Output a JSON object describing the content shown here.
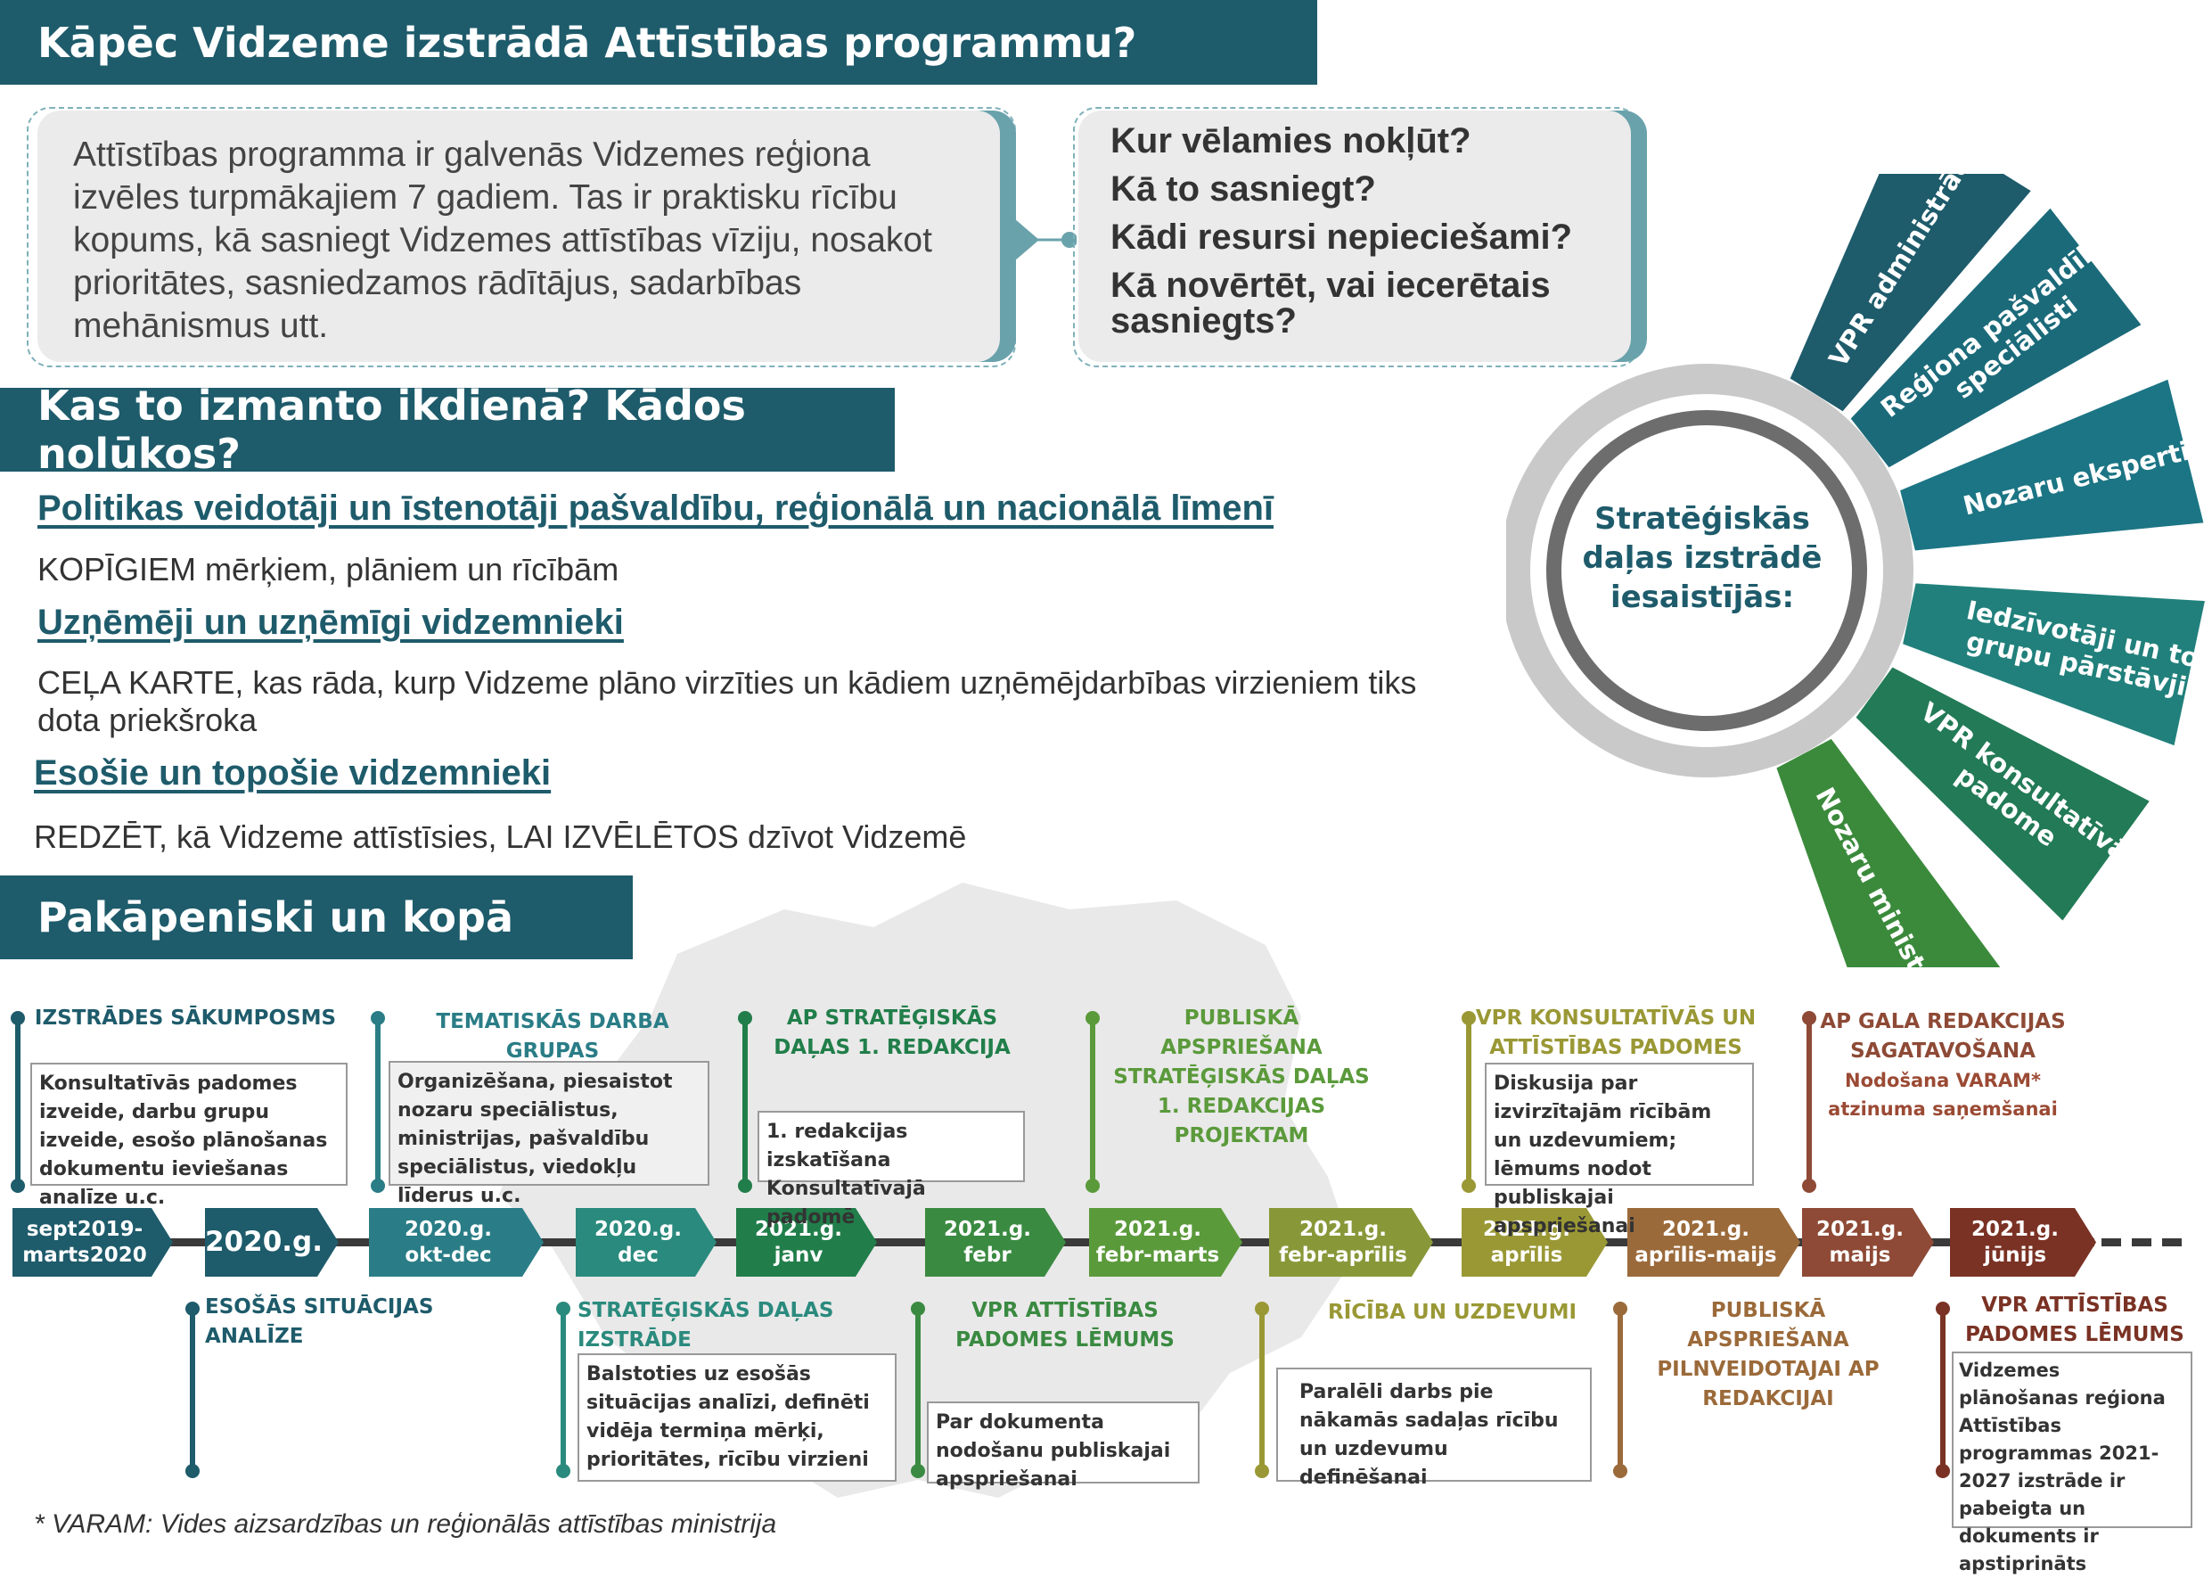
{
  "headers": {
    "why": "Kāpēc Vidzeme izstrādā Attīstības programmu?",
    "who": "Kas to izmanto ikdienā? Kādos nolūkos?",
    "steps": "Pakāpeniski un kopā"
  },
  "intro_text": "Attīstības programma ir galvenās Vidzemes reģiona izvēles turpmākajiem 7 gadiem. Tas ir praktisku rīcību kopums, kā sasniegt Vidzemes attīstības vīziju, nosakot prioritātes, sasniedzamos rādītājus, sadarbības mehānismus utt.",
  "questions": [
    "Kur vēlamies nokļūt?",
    "Kā to sasniegt?",
    "Kādi resursi nepieciešami?",
    "Kā novērtēt, vai iecerētais sasniegts?"
  ],
  "audiences": [
    {
      "title": "Politikas veidotāji un īstenotāji pašvaldību, reģionālā un nacionālā līmenī",
      "text": "KOPĪGIEM mērķiem, plāniem un rīcībām"
    },
    {
      "title": "Uzņēmēji un uzņēmīgi vidzemnieki",
      "text": "CEĻA KARTE, kas rāda, kurp Vidzeme plāno virzīties un kādiem uzņēmējdarbības virzieniem tiks dota priekšroka"
    },
    {
      "title": "Esošie un topošie vidzemnieki",
      "text": "REDZĒT, kā Vidzeme attīstīsies, LAI IZVĒLĒTOS dzīvot Vidzemē"
    }
  ],
  "circle": {
    "label": "Stratēģiskās daļas izstrādē iesaistījās:",
    "petals": [
      {
        "label": "VPR administrācija",
        "color": "#1e5b6b"
      },
      {
        "label": "Reģiona pašvaldību speciālisti",
        "color": "#1b6a7a"
      },
      {
        "label": "Nozaru eksperti",
        "color": "#1c7584"
      },
      {
        "label": "Iedzīvotāji un to grupu pārstāvji",
        "color": "#21807b"
      },
      {
        "label": "VPR konsultatīvā padome",
        "color": "#227a56"
      },
      {
        "label": "Nozaru ministrijas",
        "color": "#3b8a3c"
      }
    ]
  },
  "timeline": {
    "chevrons": [
      {
        "label": "sept2019-\nmarts2020",
        "color": "#1e5b6b"
      },
      {
        "label": "2020.g.",
        "color": "#1e5b6b"
      },
      {
        "label": "2020.g.\nokt-dec",
        "color": "#2a7d86"
      },
      {
        "label": "2020.g.\ndec",
        "color": "#2a8a7d"
      },
      {
        "label": "2021.g.\njanv",
        "color": "#217e4a"
      },
      {
        "label": "2021.g.\nfebr",
        "color": "#3a8a41"
      },
      {
        "label": "2021.g.\nfebr-marts",
        "color": "#5b9a3b"
      },
      {
        "label": "2021.g.\nfebr-aprīlis",
        "color": "#889839"
      },
      {
        "label": "2021.g.\naprīlis",
        "color": "#9a9835"
      },
      {
        "label": "2021.g.\naprīlis-maijs",
        "color": "#9b6a3a"
      },
      {
        "label": "2021.g.\nmaijs",
        "color": "#8e4a36"
      },
      {
        "label": "2021.g.\njūnijs",
        "color": "#7a3224"
      }
    ],
    "top_steps": [
      {
        "title": "IZSTRĀDES SĀKUMPOSMS",
        "box": "Konsultatīvās padomes izveide, darbu grupu izveide, esošo plānošanas dokumentu ieviešanas analīze u.c."
      },
      {
        "title": "TEMATISKĀS DARBA GRUPAS",
        "box": "Organizēšana, piesaistot nozaru speciālistus, ministrijas, pašvaldību speciālistus, viedokļu līderus u.c."
      },
      {
        "title": "AP STRATĒĢISKĀS DAĻAS 1. REDAKCIJA",
        "box": "1. redakcijas izskatīšana Konsultatīvajā padomē"
      },
      {
        "title": "PUBLISKĀ APSPRIEŠANA STRATĒĢISKĀS DAĻAS 1. REDAKCIJAS PROJEKTAM",
        "box": ""
      },
      {
        "title": "VPR KONSULTATĪVĀS UN ATTĪSTĪBAS PADOMES SĒDE",
        "box": "Diskusija par izvirzītajām rīcībām un uzdevumiem; lēmums nodot publiskajai apspriešanai"
      },
      {
        "title": "AP GALA REDAKCIJAS SAGATAVOŠANA",
        "sub": "Nodošana VARAM* atzinuma saņemšanai"
      }
    ],
    "bottom_steps": [
      {
        "title": "ESOŠĀS SITUĀCIJAS ANALĪZE",
        "box": ""
      },
      {
        "title": "STRATĒĢISKĀS DAĻAS IZSTRĀDE",
        "box": "Balstoties uz esošās situācijas analīzi, definēti vidēja termiņa mērķi, prioritātes, rīcību virzieni"
      },
      {
        "title": "VPR ATTĪSTĪBAS PADOMES LĒMUMS",
        "box": "Par dokumenta nodošanu publiskajai apspriešanai"
      },
      {
        "title": "RĪCĪBA UN UZDEVUMI",
        "box": "Paralēli darbs pie nākamās sadaļas rīcību un uzdevumu definēšanai"
      },
      {
        "title": "PUBLISKĀ APSPRIEŠANA PILNVEIDOTAJAI AP REDAKCIJAI",
        "box": ""
      },
      {
        "title": "VPR ATTĪSTĪBAS PADOMES LĒMUMS",
        "box": "Vidzemes plānošanas reģiona Attīstības programmas 2021-2027 izstrāde ir pabeigta un dokuments ir apstiprināts"
      }
    ]
  },
  "footnote": "* VARAM: Vides aizsardzības un reģionālās attīstības ministrija"
}
